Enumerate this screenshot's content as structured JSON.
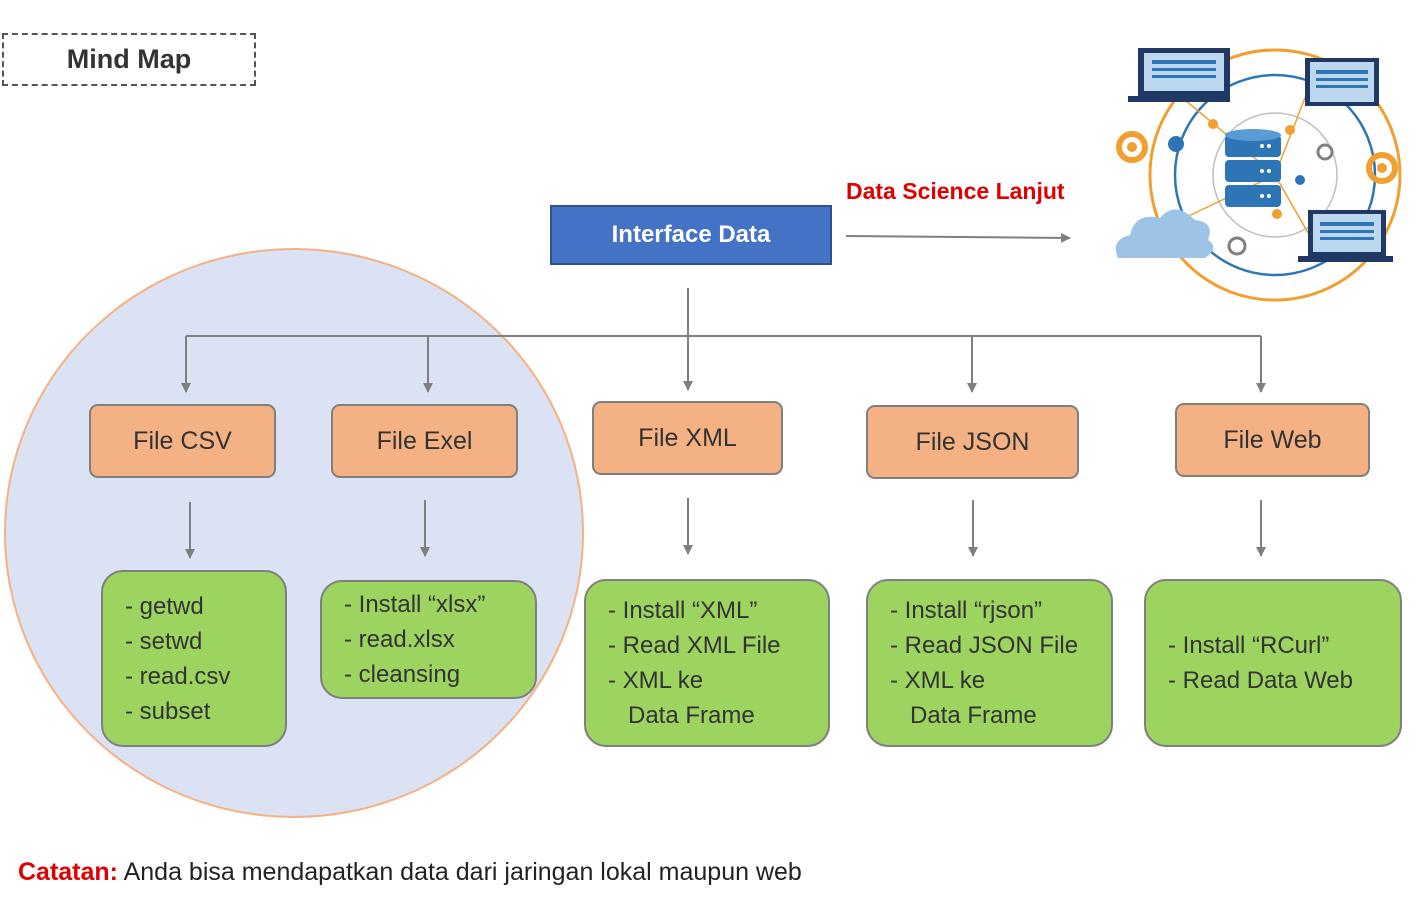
{
  "title": "Mind Map",
  "root": "Interface Data",
  "link_label": "Data Science Lanjut",
  "categories": [
    {
      "label": "File CSV",
      "items": [
        "- getwd",
        "- setwd",
        "- read.csv",
        "- subset"
      ]
    },
    {
      "label": "File Exel",
      "items": [
        "- Install “xlsx”",
        "- read.xlsx",
        "- cleansing"
      ]
    },
    {
      "label": "File XML",
      "items": [
        "- Install “XML”",
        "- Read XML File",
        "- XML ke",
        "   Data Frame"
      ]
    },
    {
      "label": "File JSON",
      "items": [
        "- Install “rjson”",
        "- Read JSON File",
        "- XML ke",
        "   Data Frame"
      ]
    },
    {
      "label": "File Web",
      "items": [
        "- Install “RCurl”",
        "- Read Data Web"
      ]
    }
  ],
  "note": {
    "label": "Catatan:",
    "text": " Anda bisa mendapatkan data dari jaringan lokal maupun web"
  },
  "colors": {
    "root_fill": "#4472c4",
    "category_fill": "#f4b183",
    "steps_fill": "#9dd45f",
    "highlight_circle": "#dbe2f3",
    "accent_red": "#e00000"
  },
  "illustration": {
    "icon": "data-network-illustration"
  }
}
